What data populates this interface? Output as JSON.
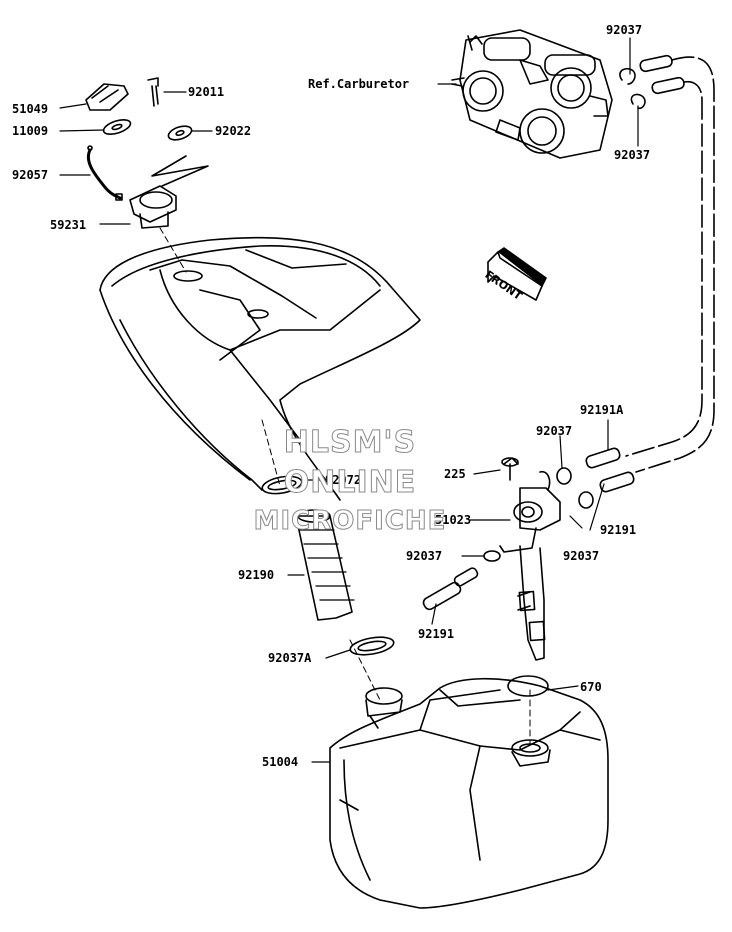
{
  "ref_label": "Ref.Carburetor",
  "front_label": "FRONT",
  "watermark": [
    "HLSM'S",
    "ONLINE",
    "MICROFICHE"
  ],
  "part_labels": {
    "p51049": "51049",
    "p92011": "92011",
    "p11009": "11009",
    "p92022": "92022",
    "p92057": "92057",
    "p59231": "59231",
    "p92037_top1": "92037",
    "p92037_top2": "92037",
    "p92191A": "92191A",
    "p92037_mid": "92037",
    "p225": "225",
    "p92072": "92072",
    "p51023": "51023",
    "p92191_right": "92191",
    "p92037_left": "92037",
    "p92037_right": "92037",
    "p92190": "92190",
    "p92191_left": "92191",
    "p92037A": "92037A",
    "p670": "670",
    "p51004": "51004"
  }
}
